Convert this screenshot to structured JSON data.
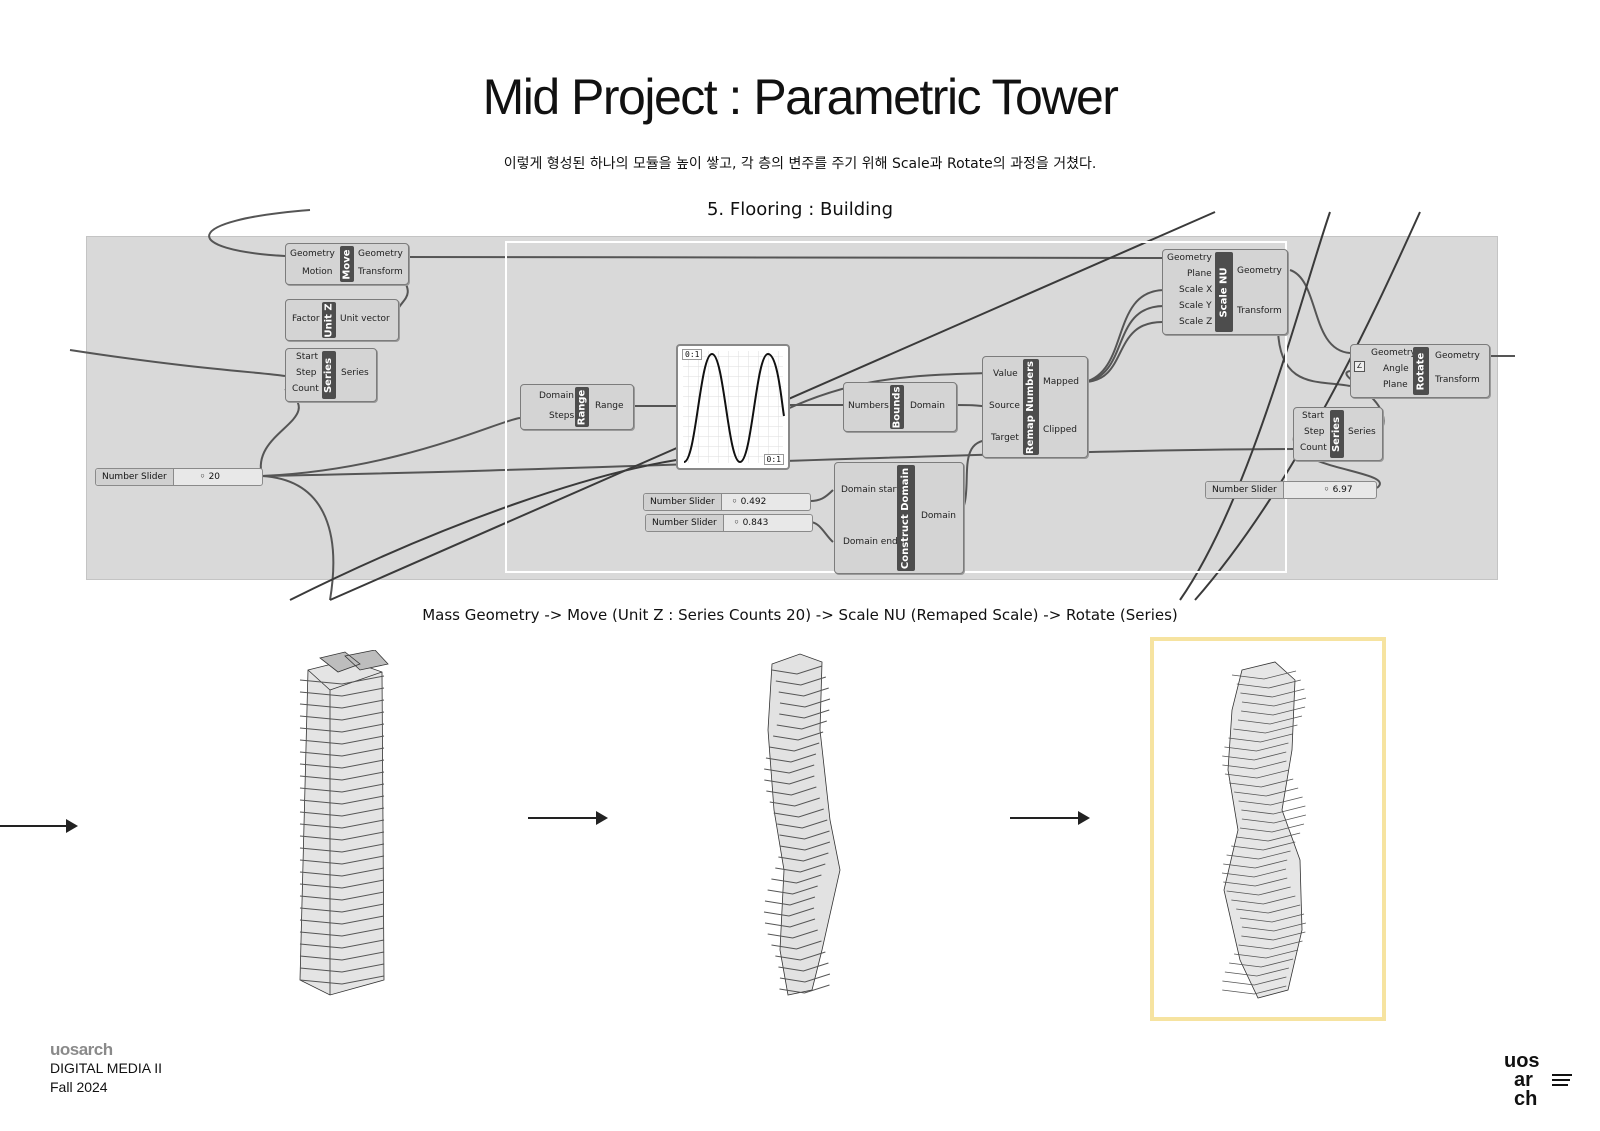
{
  "title": "Mid Project : Parametric Tower",
  "subtitle": "이렇게 형성된 하나의 모듈을 높이 쌓고, 각 층의 변주를 주기 위해 Scale과 Rotate의 과정을 거쳤다.",
  "section": "5. Flooring : Building",
  "caption": "Mass Geometry -> Move (Unit Z : Series Counts 20) -> Scale NU (Remaped Scale) -> Rotate (Series)",
  "components": {
    "move": {
      "name": "Move",
      "inputs": [
        "Geometry",
        "Motion"
      ],
      "outputs": [
        "Geometry",
        "Transform"
      ]
    },
    "unitz": {
      "name": "Unit Z",
      "inputs": [
        "Factor"
      ],
      "outputs": [
        "Unit vector"
      ]
    },
    "series1": {
      "name": "Series",
      "inputs": [
        "Start",
        "Step",
        "Count"
      ],
      "outputs": [
        "Series"
      ]
    },
    "range": {
      "name": "Range",
      "inputs": [
        "Domain",
        "Steps"
      ],
      "outputs": [
        "Range"
      ]
    },
    "bounds": {
      "name": "Bounds",
      "inputs": [
        "Numbers"
      ],
      "outputs": [
        "Domain"
      ]
    },
    "remap": {
      "name": "Remap Numbers",
      "inputs": [
        "Value",
        "Source",
        "Target"
      ],
      "outputs": [
        "Mapped",
        "Clipped"
      ]
    },
    "construct": {
      "name": "Construct Domain",
      "inputs": [
        "Domain start",
        "Domain end"
      ],
      "outputs": [
        "Domain"
      ]
    },
    "scalenu": {
      "name": "Scale NU",
      "inputs": [
        "Geometry",
        "Plane",
        "Scale X",
        "Scale Y",
        "Scale Z"
      ],
      "outputs": [
        "Geometry",
        "Transform"
      ]
    },
    "rotate": {
      "name": "Rotate",
      "inputs": [
        "Geometry",
        "Angle",
        "Plane"
      ],
      "outputs": [
        "Geometry",
        "Transform"
      ]
    },
    "series2": {
      "name": "Series",
      "inputs": [
        "Start",
        "Step",
        "Count"
      ],
      "outputs": [
        "Series"
      ]
    }
  },
  "graph": {
    "label_tl": "0:1",
    "label_br": "0:1"
  },
  "sliders": {
    "count": {
      "label": "Number Slider",
      "value": "20"
    },
    "start": {
      "label": "Number Slider",
      "value": "0.492"
    },
    "end": {
      "label": "Number Slider",
      "value": "0.843"
    },
    "rot": {
      "label": "Number Slider",
      "value": "6.97"
    }
  },
  "footer": {
    "brand": "uosarch",
    "course": "DIGITAL MEDIA II",
    "term": "Fall 2024"
  },
  "colors": {
    "canvas": "#d9d9d9",
    "highlight_frame": "#f6e3a0",
    "component_name": "#4d4d4d"
  }
}
